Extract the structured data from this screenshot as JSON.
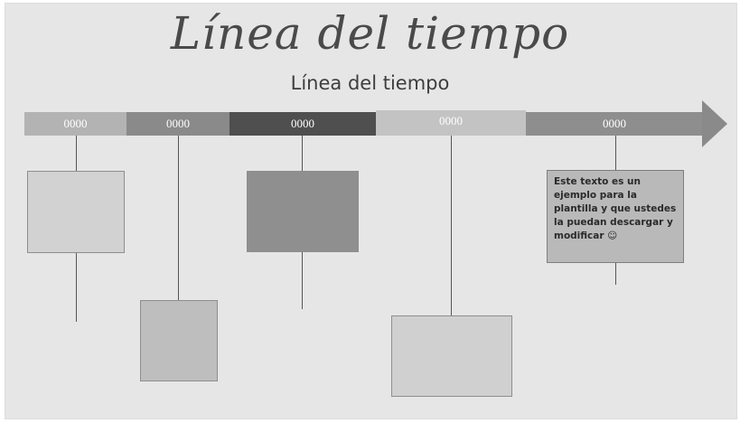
{
  "title": "Línea del tiempo",
  "subtitle": "Línea del tiempo",
  "timeline": {
    "segments": [
      {
        "label": "0000",
        "color": "#b3b3b3"
      },
      {
        "label": "0000",
        "color": "#8a8a8a"
      },
      {
        "label": "0000",
        "color": "#4f4f4f"
      },
      {
        "label": "0000",
        "color": "#c3c3c3"
      },
      {
        "label": "0000",
        "color": "#8e8e8e"
      }
    ]
  },
  "boxes": [
    {
      "color": "#d2d2d2"
    },
    {
      "color": "#bebebe"
    },
    {
      "color": "#8f8f8f"
    },
    {
      "color": "#d0d0d0"
    }
  ],
  "note": {
    "text": "Este texto es un ejemplo para la plantilla y que ustedes la puedan descargar y modificar ☺"
  }
}
